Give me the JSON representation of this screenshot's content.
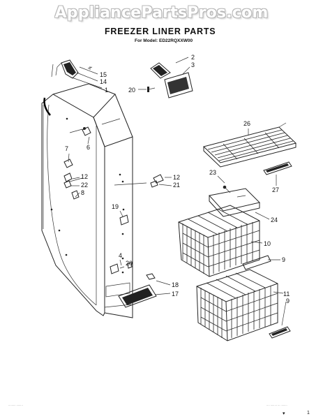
{
  "watermark": "AppliancePartsPros.com",
  "title": "FREEZER LINER PARTS",
  "subtitle": "For Model: ED22RQXXW00",
  "footer_left": "·········  ········",
  "footer_right": "···· ········ ··· ········",
  "page_mark": "▾",
  "page_number": "1",
  "callouts": [
    {
      "id": "1",
      "label": "1"
    },
    {
      "id": "2",
      "label": "2"
    },
    {
      "id": "3",
      "label": "3"
    },
    {
      "id": "4",
      "label": "4"
    },
    {
      "id": "6",
      "label": "6"
    },
    {
      "id": "7",
      "label": "7"
    },
    {
      "id": "8",
      "label": "8"
    },
    {
      "id": "9a",
      "label": "9"
    },
    {
      "id": "9b",
      "label": "9"
    },
    {
      "id": "10",
      "label": "10"
    },
    {
      "id": "11",
      "label": "11"
    },
    {
      "id": "12a",
      "label": "12"
    },
    {
      "id": "12b",
      "label": "12"
    },
    {
      "id": "14",
      "label": "14"
    },
    {
      "id": "15",
      "label": "15"
    },
    {
      "id": "17",
      "label": "17"
    },
    {
      "id": "18",
      "label": "18"
    },
    {
      "id": "19",
      "label": "19"
    },
    {
      "id": "20a",
      "label": "20"
    },
    {
      "id": "20b",
      "label": "20"
    },
    {
      "id": "21",
      "label": "21"
    },
    {
      "id": "22",
      "label": "22"
    },
    {
      "id": "23",
      "label": "23"
    },
    {
      "id": "24",
      "label": "24"
    },
    {
      "id": "26",
      "label": "26"
    },
    {
      "id": "27",
      "label": "27"
    }
  ]
}
